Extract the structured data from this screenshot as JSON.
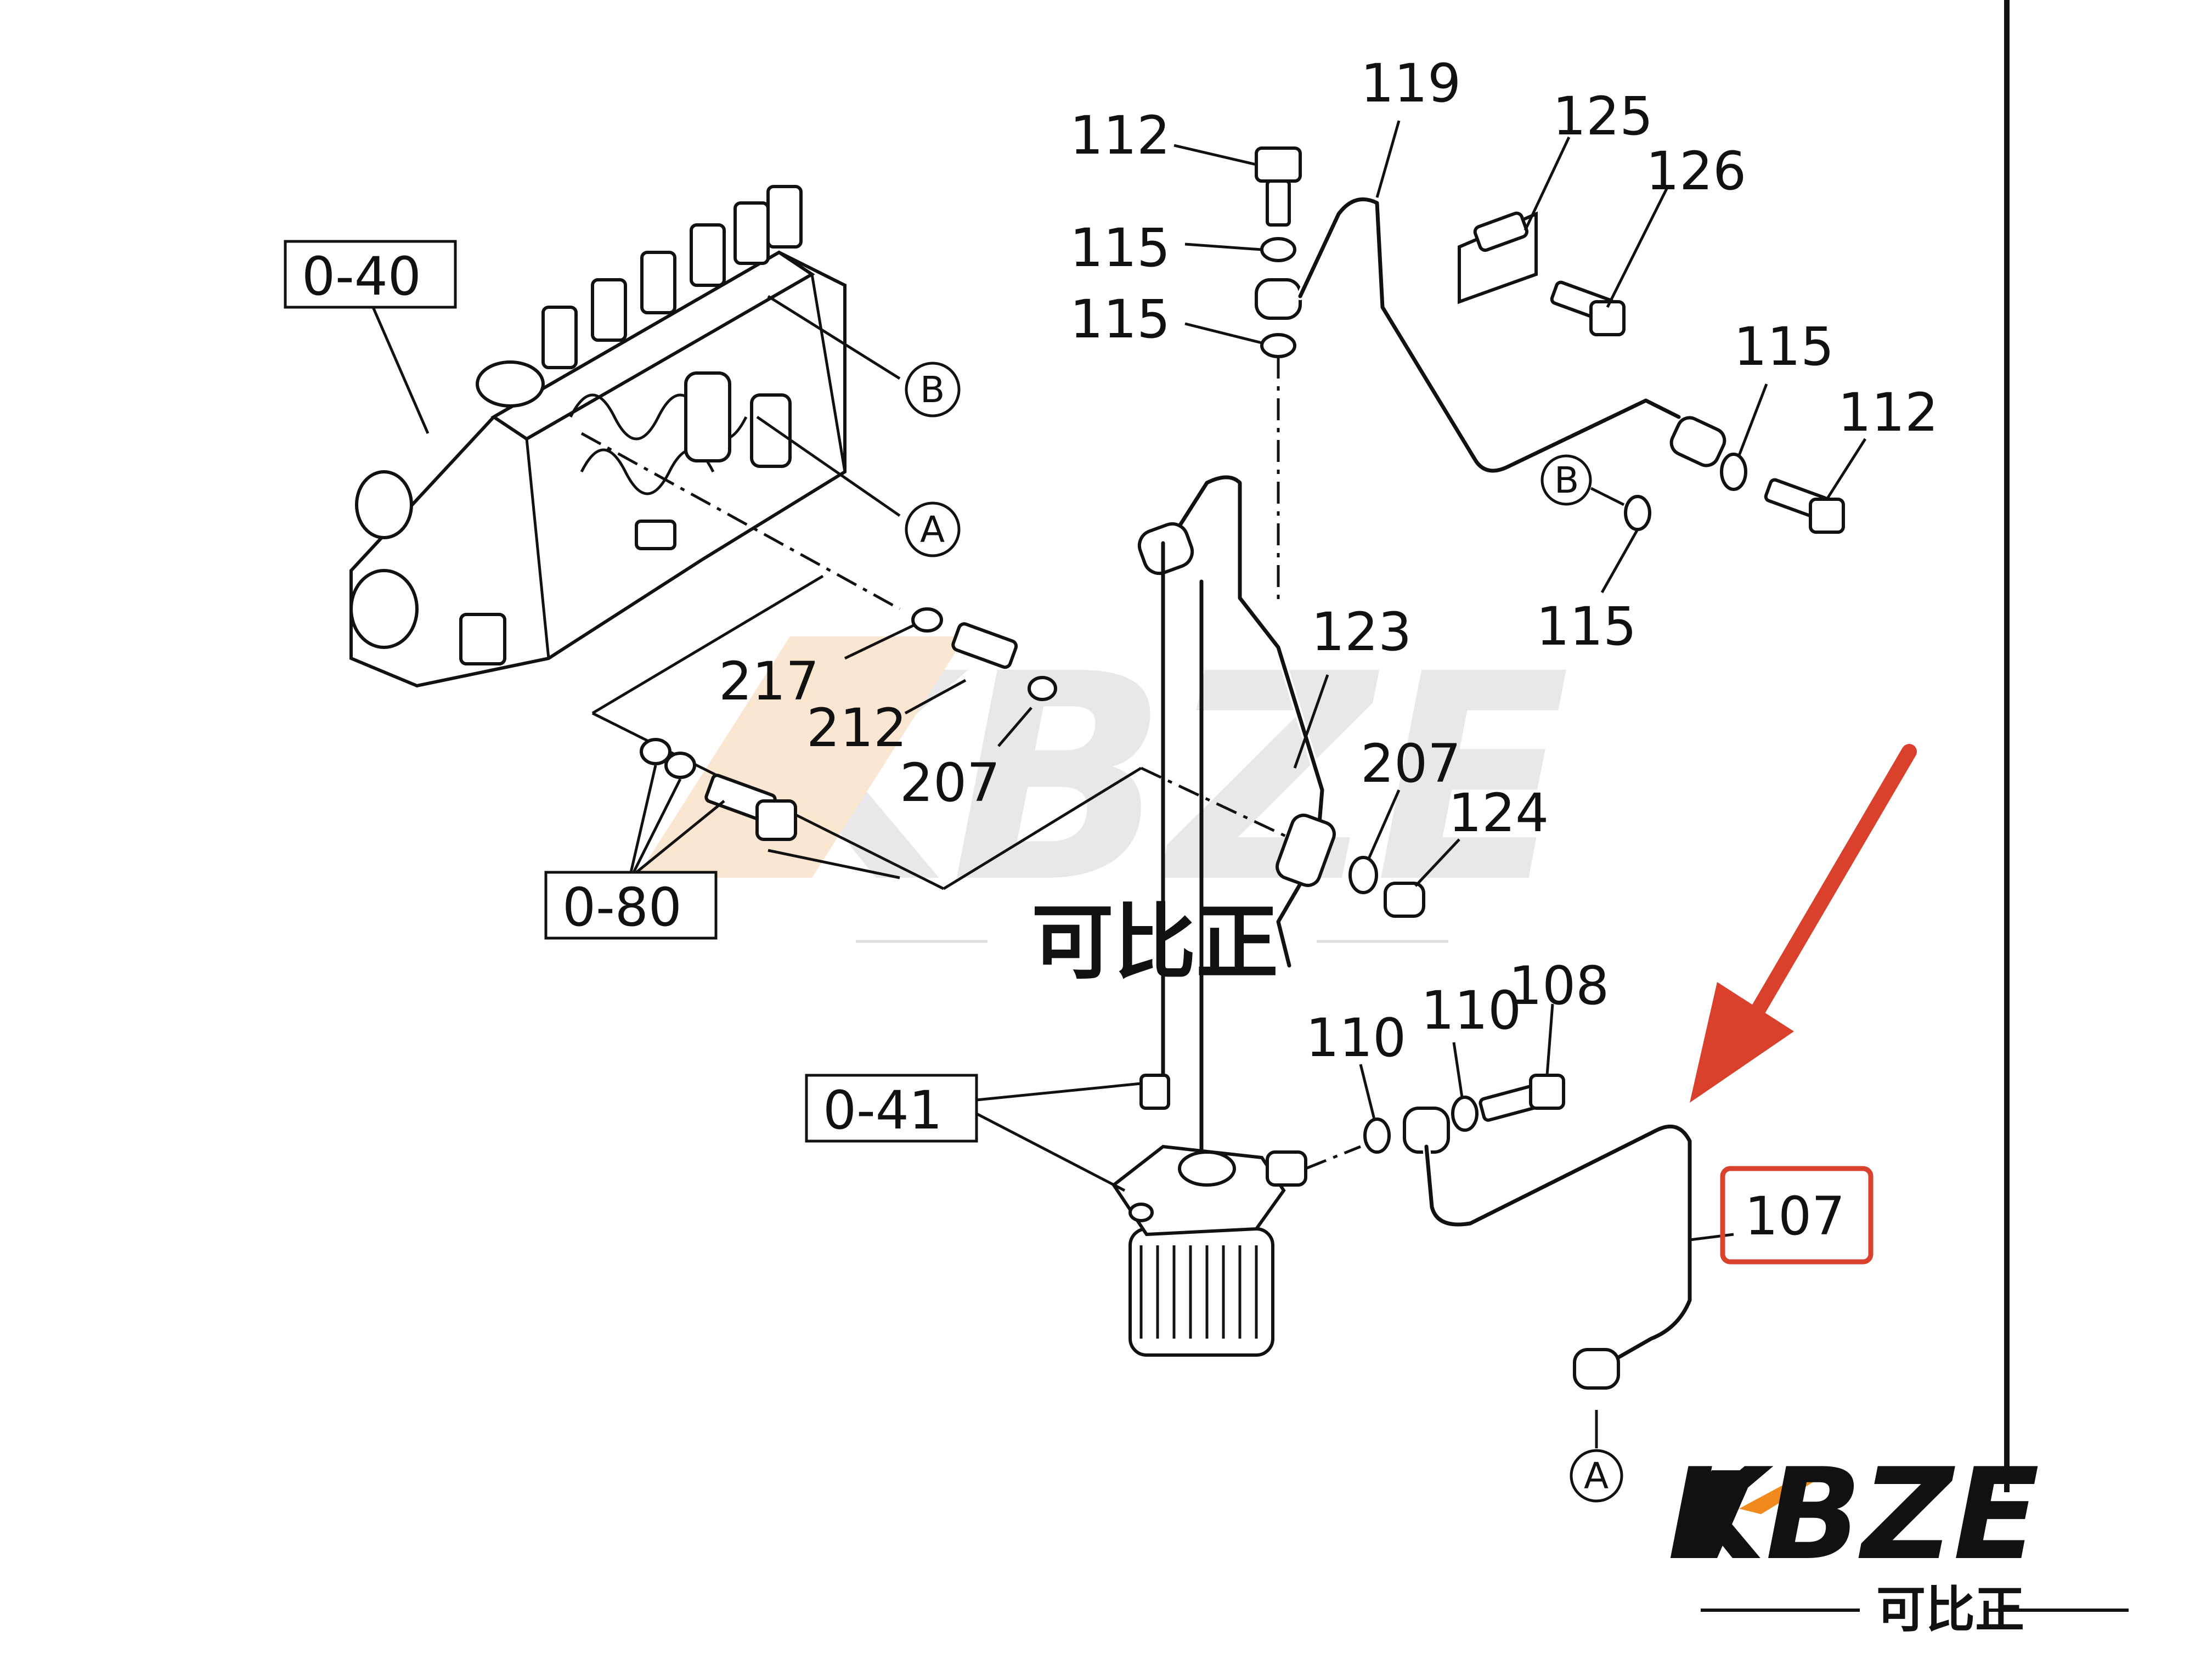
{
  "boxed_labels": [
    {
      "id": "o40",
      "text": "0-40"
    },
    {
      "id": "o80",
      "text": "0-80"
    },
    {
      "id": "o41",
      "text": "0-41"
    }
  ],
  "callouts": [
    {
      "id": "c112a",
      "text": "112"
    },
    {
      "id": "c119",
      "text": "119"
    },
    {
      "id": "c125",
      "text": "125"
    },
    {
      "id": "c126",
      "text": "126"
    },
    {
      "id": "c115a",
      "text": "115"
    },
    {
      "id": "c115b",
      "text": "115"
    },
    {
      "id": "c115c",
      "text": "115"
    },
    {
      "id": "c112b",
      "text": "112"
    },
    {
      "id": "c115d",
      "text": "115"
    },
    {
      "id": "c123",
      "text": "123"
    },
    {
      "id": "c217",
      "text": "217"
    },
    {
      "id": "c212",
      "text": "212"
    },
    {
      "id": "c207a",
      "text": "207"
    },
    {
      "id": "c207b",
      "text": "207"
    },
    {
      "id": "c124",
      "text": "124"
    },
    {
      "id": "c110a",
      "text": "110"
    },
    {
      "id": "c110b",
      "text": "110"
    },
    {
      "id": "c108",
      "text": "108"
    }
  ],
  "highlight": {
    "text": "107",
    "color": "#d9412c"
  },
  "refs": [
    {
      "id": "rB1",
      "text": "B"
    },
    {
      "id": "rA1",
      "text": "A"
    },
    {
      "id": "rB2",
      "text": "B"
    },
    {
      "id": "rA2",
      "text": "A"
    }
  ],
  "watermark": {
    "main": "KBZE",
    "sub": "可比正",
    "color": "#e8e8ea"
  },
  "logo": {
    "main": "KBZE",
    "sub": "可比正",
    "accent": "#f08a1c"
  },
  "arrow": {
    "color": "#d9412c"
  }
}
